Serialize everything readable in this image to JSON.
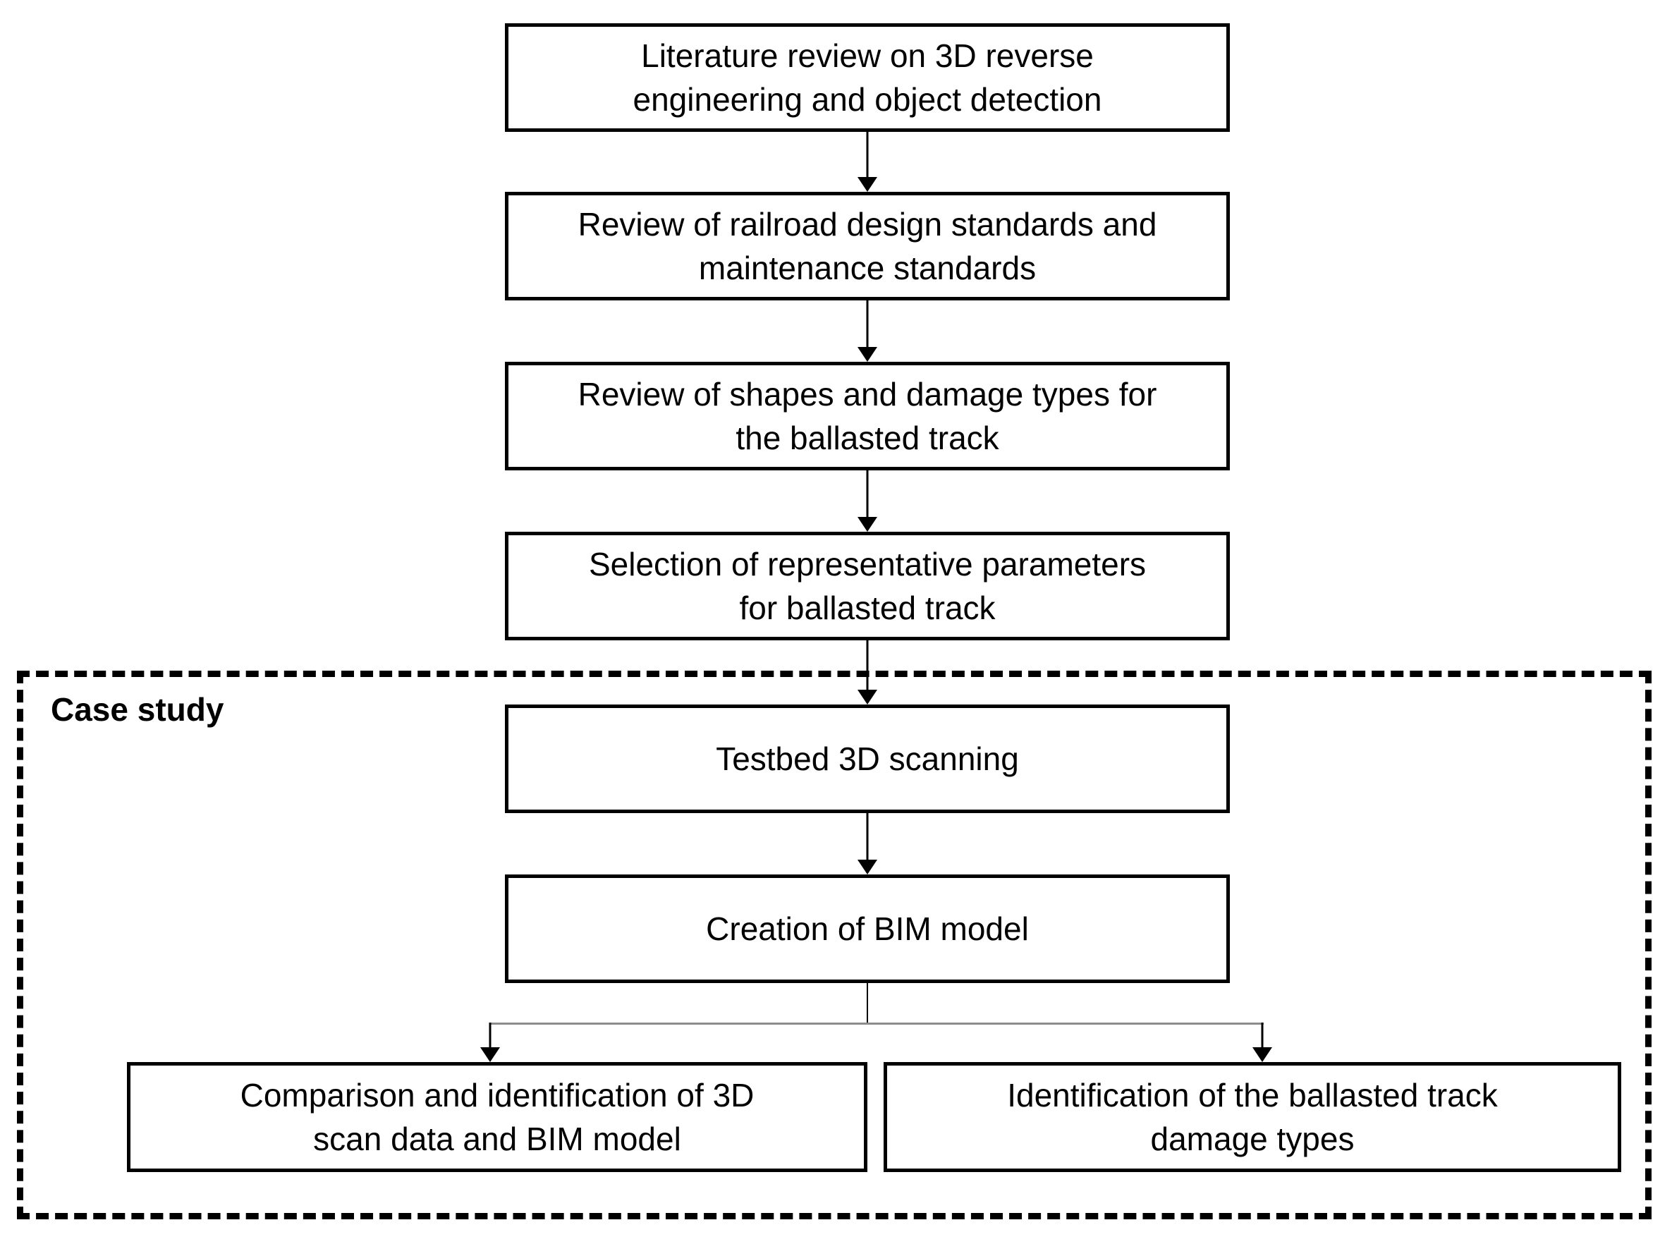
{
  "diagram": {
    "background_color": "#ffffff",
    "box_border_color": "#000000",
    "connector_gray_color": "#8c8c8c",
    "case_study": {
      "label": "Case study"
    },
    "nodes": {
      "literature_review": "Literature review on 3D reverse\nengineering and object detection",
      "railroad_standards": "Review of railroad design standards and\nmaintenance standards",
      "shapes_damage_types": "Review of shapes and damage types for\nthe ballasted track",
      "representative_parameters": "Selection of representative parameters\nfor ballasted track",
      "testbed_scanning": "Testbed 3D scanning",
      "bim_model_creation": "Creation of BIM model",
      "comparison_identification": "Comparison and identification of 3D\nscan data and BIM model",
      "damage_identification": "Identification of the ballasted track\ndamage types"
    },
    "flow": [
      "literature_review -> railroad_standards",
      "railroad_standards -> shapes_damage_types",
      "shapes_damage_types -> representative_parameters",
      "representative_parameters -> testbed_scanning",
      "testbed_scanning -> bim_model_creation",
      "bim_model_creation -> comparison_identification",
      "bim_model_creation -> damage_identification"
    ]
  }
}
